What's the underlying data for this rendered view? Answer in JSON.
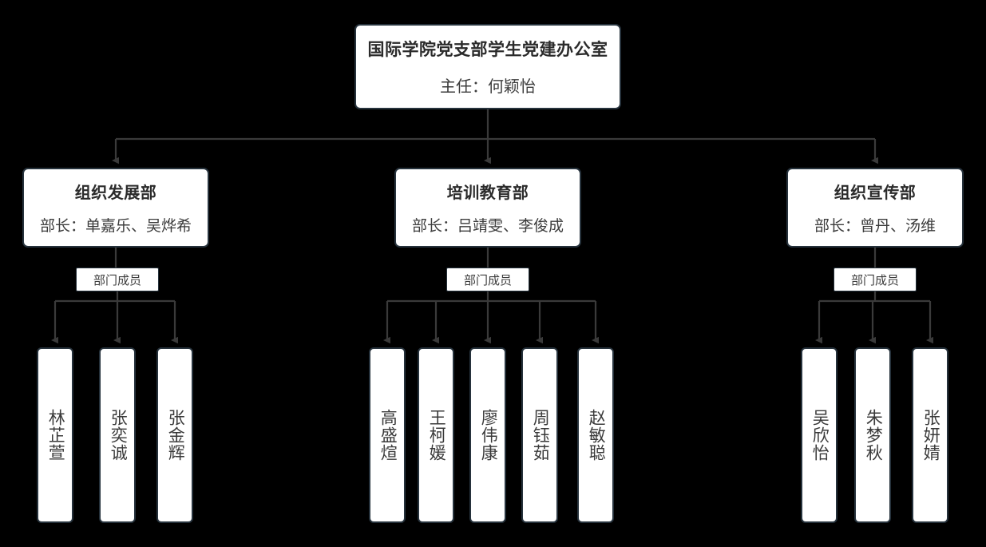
{
  "diagram": {
    "title_text": "国际学院党支部学生党建办公室",
    "background_color": "#000000",
    "node_fill": "#ffffff",
    "node_border": "#26323c",
    "connector_color": "#3a3a3a"
  },
  "root": {
    "title": "国际学院党支部学生党建办公室",
    "subtitle": "主任：何颖怡"
  },
  "departments": [
    {
      "title": "组织发展部",
      "subtitle": "部长：单嘉乐、吴烨希",
      "members_label": "部门成员",
      "members": [
        "林芷萱",
        "张奕诚",
        "张金辉"
      ]
    },
    {
      "title": "培训教育部",
      "subtitle": "部长：吕靖雯、李俊成",
      "members_label": "部门成员",
      "members": [
        "高盛煊",
        "王柯媛",
        "廖伟康",
        "周钰茹",
        "赵敏聪"
      ]
    },
    {
      "title": "组织宣传部",
      "subtitle": "部长：曾丹、汤维",
      "members_label": "部门成员",
      "members": [
        "吴欣怡",
        "朱梦秋",
        "张妍婧"
      ]
    }
  ]
}
